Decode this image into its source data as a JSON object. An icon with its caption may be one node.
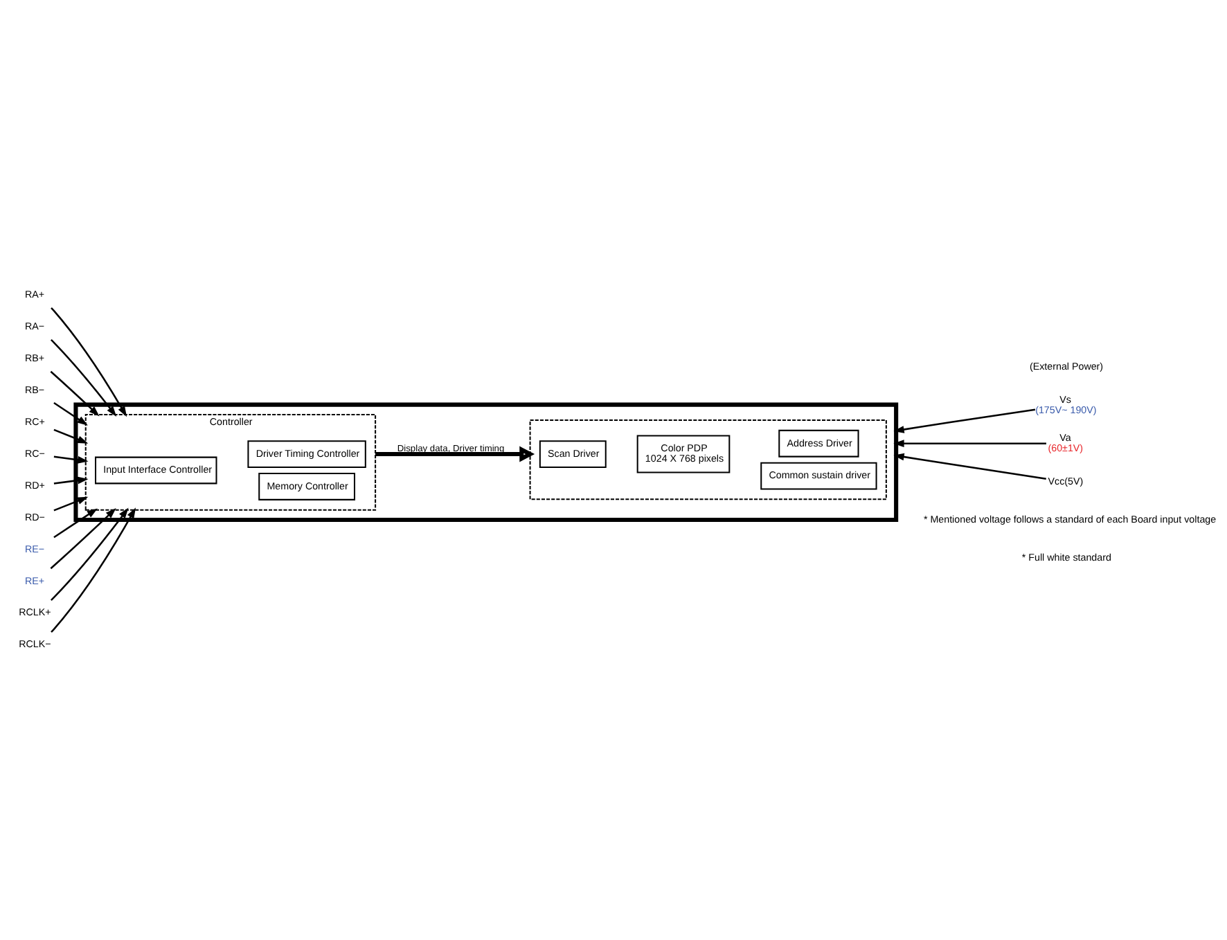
{
  "diagram": {
    "nodes": [
      {
        "text": [],
        "shape": "box"
      },
      {
        "text": [
          "Controller"
        ],
        "in": 0
      },
      {
        "text": [
          "Input Interface Controller"
        ],
        "in": 1
      },
      {
        "text": [
          "Memory Controller"
        ],
        "in": 1
      },
      {
        "text": [
          "Driver Timing Controller"
        ],
        "in": 1
      },
      {
        "text": [],
        "shape": "box",
        "in": 0
      },
      {
        "text": [
          "Scan Driver"
        ],
        "in": 5
      },
      {
        "text": [
          "Color PDP",
          "1024 X 768 pixels"
        ],
        "in": 5
      },
      {
        "text": [
          "Common sustain driver"
        ],
        "in": 5
      },
      {
        "text": [
          "Address Driver"
        ],
        "in": 5
      },
      {
        "text": [
          "RA+"
        ]
      },
      {
        "text": [
          "RA−"
        ]
      },
      {
        "text": [
          "RB+"
        ]
      },
      {
        "text": [
          "RB−"
        ]
      },
      {
        "text": [
          "RC+"
        ]
      },
      {
        "text": [
          "RC−"
        ]
      },
      {
        "text": [
          "RD+"
        ]
      },
      {
        "text": [
          "RD−"
        ]
      },
      {
        "text": [
          "RE−"
        ]
      },
      {
        "text": [
          "RE+"
        ]
      },
      {
        "text": [
          "RCLK+"
        ]
      },
      {
        "text": [
          "RCLK−"
        ]
      },
      {
        "text": [
          "Vs",
          "(175V~ 190V)"
        ]
      },
      {
        "text": [
          "Va",
          "(60±1V)"
        ]
      },
      {
        "text": [
          "Vcc(5V)"
        ]
      }
    ],
    "edges": [
      {
        "from": 10,
        "to": 1,
        "arrow": "to"
      },
      {
        "from": 11,
        "to": 1,
        "arrow": "to"
      },
      {
        "from": 12,
        "to": 1,
        "arrow": "to"
      },
      {
        "from": 13,
        "to": 1,
        "arrow": "to"
      },
      {
        "from": 14,
        "to": 1,
        "arrow": "to"
      },
      {
        "from": 15,
        "to": 1,
        "arrow": "to"
      },
      {
        "from": 16,
        "to": 1,
        "arrow": "to"
      },
      {
        "from": 17,
        "to": 1,
        "arrow": "to"
      },
      {
        "from": 18,
        "to": 1,
        "arrow": "to"
      },
      {
        "from": 19,
        "to": 1,
        "arrow": "to"
      },
      {
        "from": 20,
        "to": 1,
        "arrow": "to"
      },
      {
        "from": 21,
        "to": 1,
        "arrow": "to"
      },
      {
        "from": 22,
        "to": 0,
        "arrow": "to"
      },
      {
        "from": 23,
        "to": 0,
        "arrow": "to"
      },
      {
        "from": 24,
        "to": 0,
        "arrow": "to"
      },
      {
        "from": 1,
        "to": 5,
        "arrow": "to",
        "label": "Display data, Driver timing",
        "style": "thick"
      }
    ],
    "labels": [
      "(External Power)",
      "* Mentioned voltage follows a standard of each Board input voltage",
      "* Full white standard"
    ]
  }
}
